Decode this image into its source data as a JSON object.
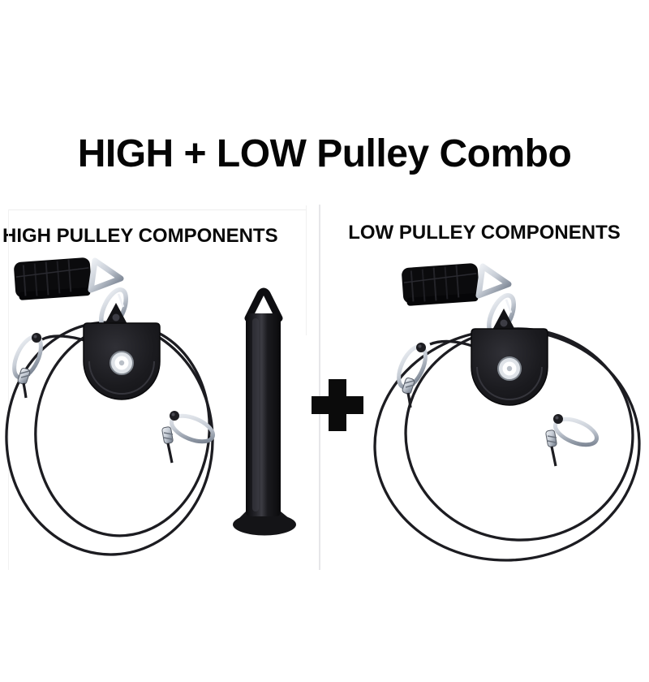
{
  "title": "HIGH + LOW Pulley Combo",
  "sections": {
    "high": {
      "heading": "HIGH PULLEY COMPONENTS"
    },
    "low": {
      "heading": "LOW PULLEY COMPONENTS"
    }
  },
  "icons": {
    "plus": "+"
  },
  "colors": {
    "background": "#ffffff",
    "text": "#050505",
    "divider": "#e6e6e9",
    "product_black": "#141417",
    "metal_silver": "#c3c9d2",
    "cable": "#1c1c21"
  }
}
